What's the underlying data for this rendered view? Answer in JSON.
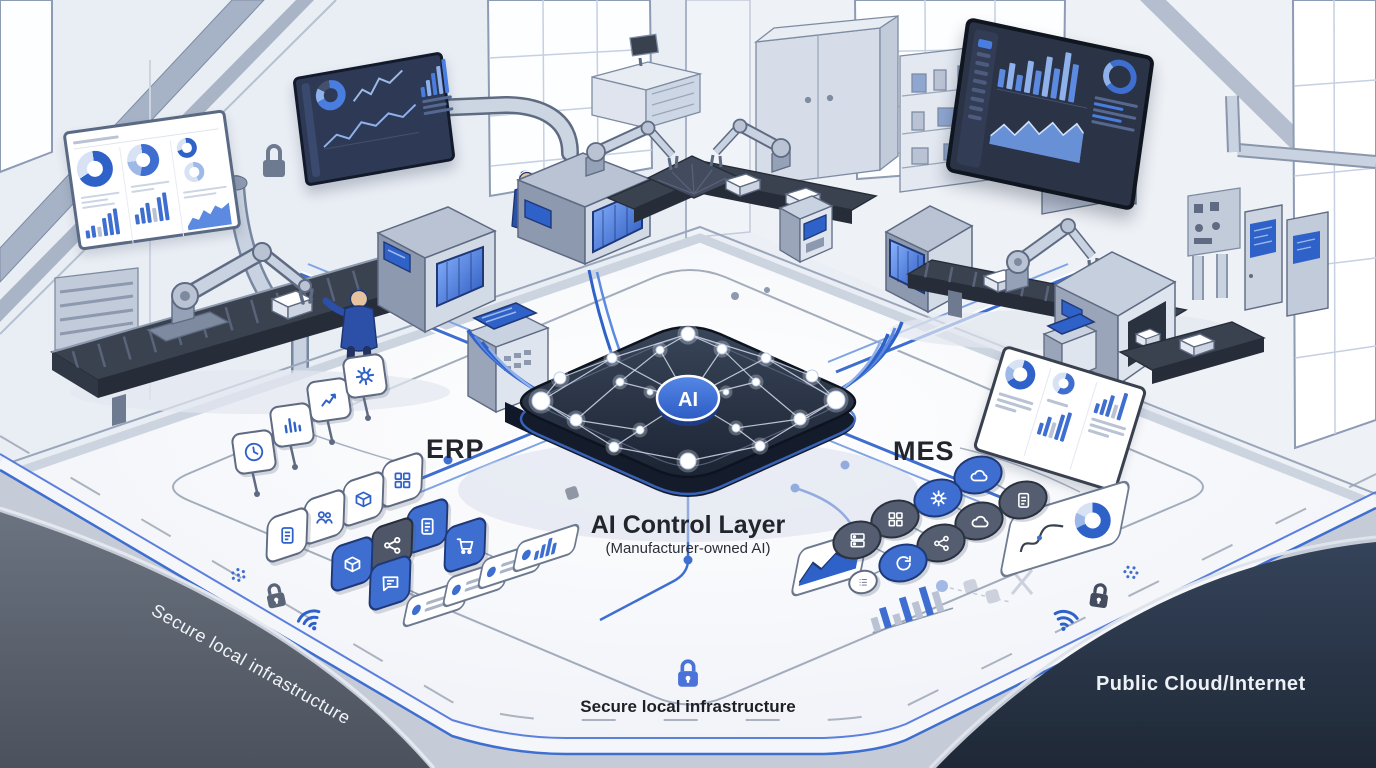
{
  "labels": {
    "erp": "ERP",
    "mes": "MES",
    "ai_layer_title": "AI Control Layer",
    "ai_layer_subtitle": "(Manufacturer-owned AI)",
    "ai_badge": "AI",
    "secure_zone_bottom": "Secure local infrastructure",
    "secure_zone_side": "Secure local infrastructure",
    "public_cloud": "Public Cloud/Internet"
  },
  "colors": {
    "accent_blue": "#3e6fd0",
    "accent_blue_light": "#7fa3e4",
    "chip_face": "#27303f",
    "wall": "#eceff5",
    "floor": "#f6f8fb",
    "dark_left_corner": "#5d6573",
    "dark_right_corner": "#2c3849",
    "machine_light": "#c9d2e0",
    "machine_mid": "#8d99af",
    "machine_dark": "#39414f",
    "outline_gray": "#9aa5b6"
  },
  "erp": {
    "signposts": [
      {
        "name": "clock-icon",
        "icon": "clock"
      },
      {
        "name": "bar-chart-icon",
        "icon": "bars"
      },
      {
        "name": "trend-chart-icon",
        "icon": "trend"
      },
      {
        "name": "gear-icon",
        "icon": "gear"
      }
    ],
    "tiles": [
      {
        "name": "modules-tile",
        "icon": "grid",
        "variant": "white"
      },
      {
        "name": "inventory-tile",
        "icon": "box",
        "variant": "white"
      },
      {
        "name": "hr-tile",
        "icon": "people",
        "variant": "white"
      },
      {
        "name": "records-tile",
        "icon": "doc",
        "variant": "white"
      },
      {
        "name": "orders-tile",
        "icon": "doc",
        "variant": "blue"
      },
      {
        "name": "procurement-tile",
        "icon": "cart",
        "variant": "blue"
      },
      {
        "name": "integration-tile",
        "icon": "share",
        "variant": "gray"
      },
      {
        "name": "warehouse-tile",
        "icon": "box",
        "variant": "blue"
      },
      {
        "name": "messaging-tile",
        "icon": "chat",
        "variant": "blue"
      }
    ],
    "cards": [
      {
        "name": "record-card",
        "variant": "lines"
      },
      {
        "name": "record-card",
        "variant": "lines"
      },
      {
        "name": "record-card",
        "variant": "lines"
      },
      {
        "name": "report-card",
        "variant": "bars"
      }
    ]
  },
  "mes": {
    "nodes": [
      {
        "name": "cloud-node",
        "icon": "cloud",
        "variant": "blue"
      },
      {
        "name": "automation-node",
        "icon": "gear",
        "variant": "blue"
      },
      {
        "name": "modules-node",
        "icon": "grid",
        "variant": "dark"
      },
      {
        "name": "server-node",
        "icon": "server",
        "variant": "dark"
      },
      {
        "name": "orders-node",
        "icon": "doc",
        "variant": "dark"
      },
      {
        "name": "cloud-node",
        "icon": "cloud",
        "variant": "dark"
      },
      {
        "name": "network-node",
        "icon": "share",
        "variant": "dark"
      },
      {
        "name": "cycle-node",
        "icon": "refresh",
        "variant": "blue"
      },
      {
        "name": "tag-node",
        "icon": "list",
        "variant": "small"
      }
    ]
  },
  "edge_icons": {
    "left": [
      {
        "name": "data-dots-icon",
        "icon": "dots"
      },
      {
        "name": "lock-icon",
        "icon": "lock"
      },
      {
        "name": "wifi-icon",
        "icon": "wifi"
      }
    ],
    "right": [
      {
        "name": "wifi-icon",
        "icon": "wifi"
      },
      {
        "name": "lock-icon",
        "icon": "lock"
      },
      {
        "name": "data-dots-icon",
        "icon": "dots"
      }
    ]
  },
  "center_lock": {
    "name": "lock-icon",
    "icon": "lock"
  },
  "wall_dashboards": [
    {
      "name": "analytics-board-left",
      "charts": [
        "donut",
        "donut",
        "bars",
        "area"
      ]
    },
    {
      "name": "analytics-screen-center",
      "charts": [
        "donut",
        "line",
        "bars"
      ]
    },
    {
      "name": "analytics-screen-right",
      "charts": [
        "bars",
        "area",
        "donut"
      ]
    },
    {
      "name": "mes-monitor",
      "charts": [
        "donut",
        "bars",
        "bars"
      ]
    }
  ]
}
